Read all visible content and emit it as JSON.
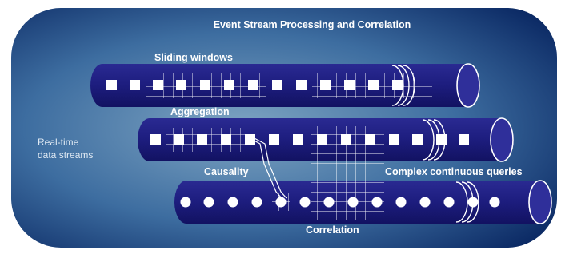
{
  "title": "Event Stream Processing and Correlation",
  "side_label": {
    "line1": "Real-time",
    "line2": "data streams"
  },
  "labels": {
    "sliding_windows": "Sliding windows",
    "aggregation": "Aggregation",
    "causality": "Causality",
    "complex_queries": "Complex continuous queries",
    "correlation": "Correlation"
  },
  "colors": {
    "panel_outer": "#0b2a66",
    "panel_mid": "#2d5c93",
    "panel_light": "#6f96b8",
    "tube": "#1c1c7a",
    "tube_light": "#3636a6",
    "event": "#ffffff",
    "text": "#ffffff"
  }
}
